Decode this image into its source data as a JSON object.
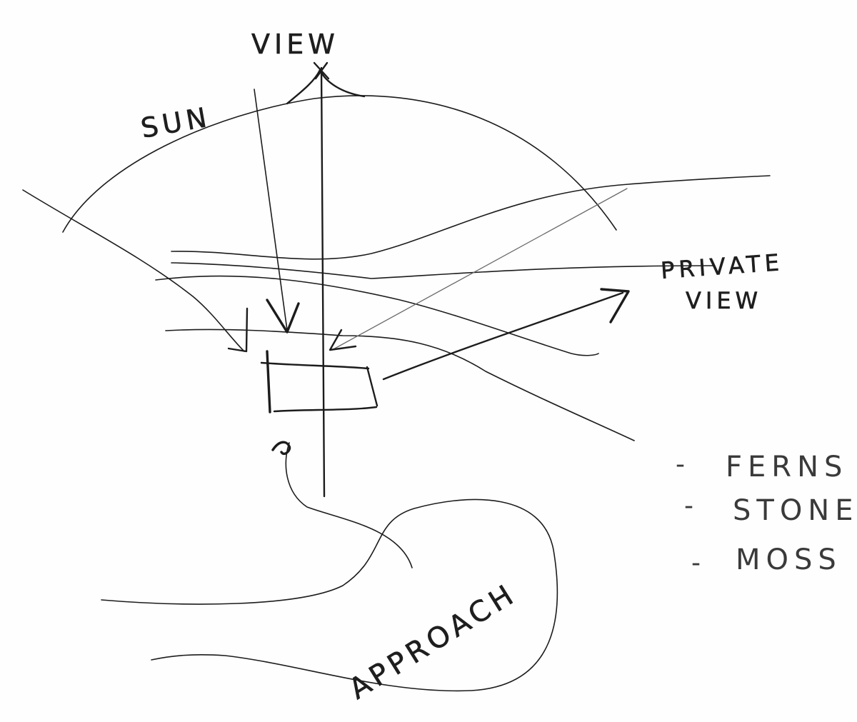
{
  "labels": {
    "view": "VIEW",
    "sun": "SUN",
    "private_view_line1": "PRIVATE",
    "private_view_line2": "VIEW",
    "approach": "APPROACH"
  },
  "notes": [
    {
      "bullet": "-",
      "text": "FERNS"
    },
    {
      "bullet": "-",
      "text": "STONES"
    },
    {
      "bullet": "-",
      "text": "MOSS"
    }
  ]
}
